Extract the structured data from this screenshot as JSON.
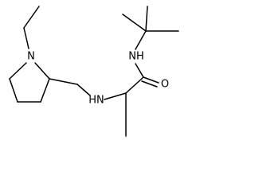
{
  "molecule": {
    "atom_labels": {
      "ring_nitrogen": "N",
      "amide_nitrogen": "NH",
      "amine_nitrogen": "HN",
      "carbonyl_oxygen": "O"
    }
  }
}
